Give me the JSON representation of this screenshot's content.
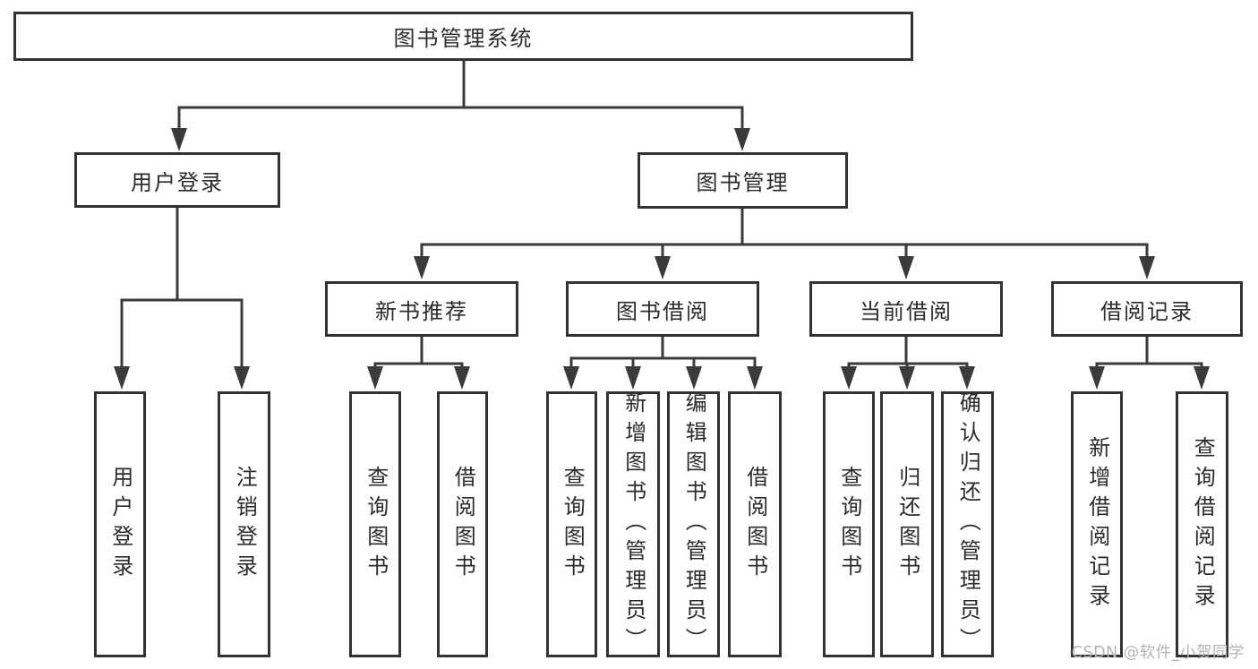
{
  "diagram": {
    "root": {
      "label": "图书管理系统"
    },
    "level2": {
      "user_login": {
        "label": "用户登录"
      },
      "book_mgmt": {
        "label": "图书管理"
      }
    },
    "level3": {
      "new_books": {
        "label": "新书推荐"
      },
      "book_borrow": {
        "label": "图书借阅"
      },
      "current_borrow": {
        "label": "当前借阅"
      },
      "borrow_records": {
        "label": "借阅记录"
      }
    },
    "leaves": {
      "user_login_leaf": {
        "label": "用户登录"
      },
      "logout": {
        "label": "注销登录"
      },
      "nb_query": {
        "label": "查询图书"
      },
      "nb_borrow": {
        "label": "借阅图书"
      },
      "bb_query": {
        "label": "查询图书"
      },
      "bb_add": {
        "label": "新增图书（管理员）"
      },
      "bb_edit": {
        "label": "编辑图书（管理员）"
      },
      "bb_borrow": {
        "label": "借阅图书"
      },
      "cb_query": {
        "label": "查询图书"
      },
      "cb_return": {
        "label": "归还图书"
      },
      "cb_confirm": {
        "label": "确认归还（管理员）"
      },
      "br_add": {
        "label": "新增借阅记录"
      },
      "br_query": {
        "label": "查询借阅记录"
      }
    }
  },
  "watermark": {
    "text": "CSDN @软件_小贺同学"
  },
  "colors": {
    "line": "#3a3a3a",
    "border": "#333333",
    "text": "#2b2b2b",
    "watermark": "#b4b4b4",
    "background": "#ffffff"
  }
}
